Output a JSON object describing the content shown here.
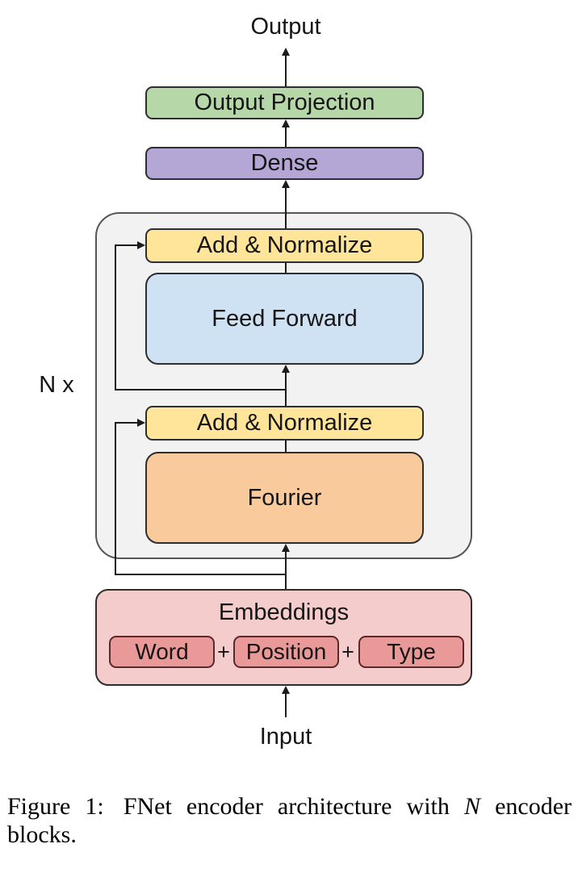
{
  "diagram": {
    "output_label": "Output",
    "input_label": "Input",
    "encoder_repeat_label": "N x",
    "blocks": {
      "output_projection": "Output Projection",
      "dense": "Dense",
      "add_normalize_top": "Add & Normalize",
      "feed_forward": "Feed Forward",
      "add_normalize_bottom": "Add & Normalize",
      "fourier": "Fourier"
    },
    "embeddings": {
      "label": "Embeddings",
      "components": [
        "Word",
        "Position",
        "Type"
      ],
      "plus": "+"
    },
    "colors": {
      "output_projection_fill": "#b6d7a8",
      "dense_fill": "#b4a7d6",
      "add_normalize_fill": "#ffe599",
      "feed_forward_fill": "#cfe2f3",
      "fourier_fill": "#f9cb9c",
      "embeddings_fill": "#f4cccc",
      "embedding_component_fill": "#ea9999",
      "encoder_container_fill": "#f2f2f2",
      "line_color": "#1c1c1c"
    }
  },
  "caption": {
    "figure_label": "Figure 1:",
    "line1_before_n": "FNet encoder architecture with",
    "n_symbol": "N",
    "line1_after_n": "encoder",
    "line2": "blocks."
  }
}
